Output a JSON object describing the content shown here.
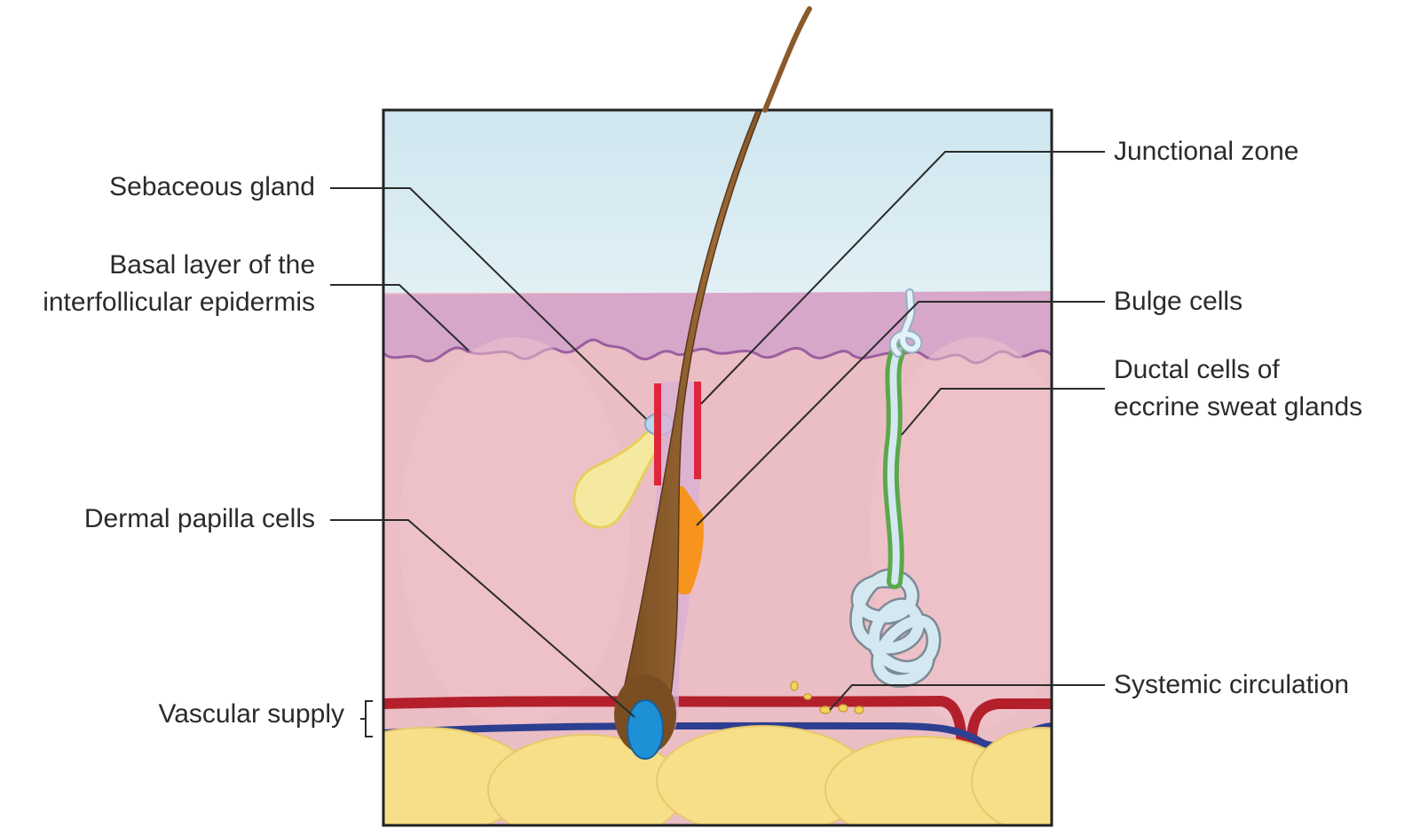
{
  "labels": {
    "left": {
      "sebaceous_gland": "Sebaceous gland",
      "basal_layer_line1": "Basal layer of the",
      "basal_layer_line2": "interfollicular epidermis",
      "dermal_papilla": "Dermal papilla cells",
      "vascular_supply": "Vascular supply"
    },
    "right": {
      "junctional_zone": "Junctional zone",
      "bulge_cells": "Bulge cells",
      "ductal_line1": "Ductal cells of",
      "ductal_line2": "eccrine sweat glands",
      "systemic_circulation": "Systemic circulation"
    }
  },
  "colors": {
    "sky": "#d8ecf3",
    "epidermis": "#d9aacb",
    "dermis": "#eab8c0",
    "fat": "#f6e08c",
    "hair": "#8a5a2a",
    "junctional_zone": "#e0263c",
    "bulge": "#f7941d",
    "sebaceous": "#f5eaa0",
    "dermal_papilla": "#1e90d6",
    "artery": "#b41e2a",
    "vein": "#2c3f8f",
    "sweat_duct": "#6ab04c",
    "sweat_gland": "#cfe6ef"
  }
}
